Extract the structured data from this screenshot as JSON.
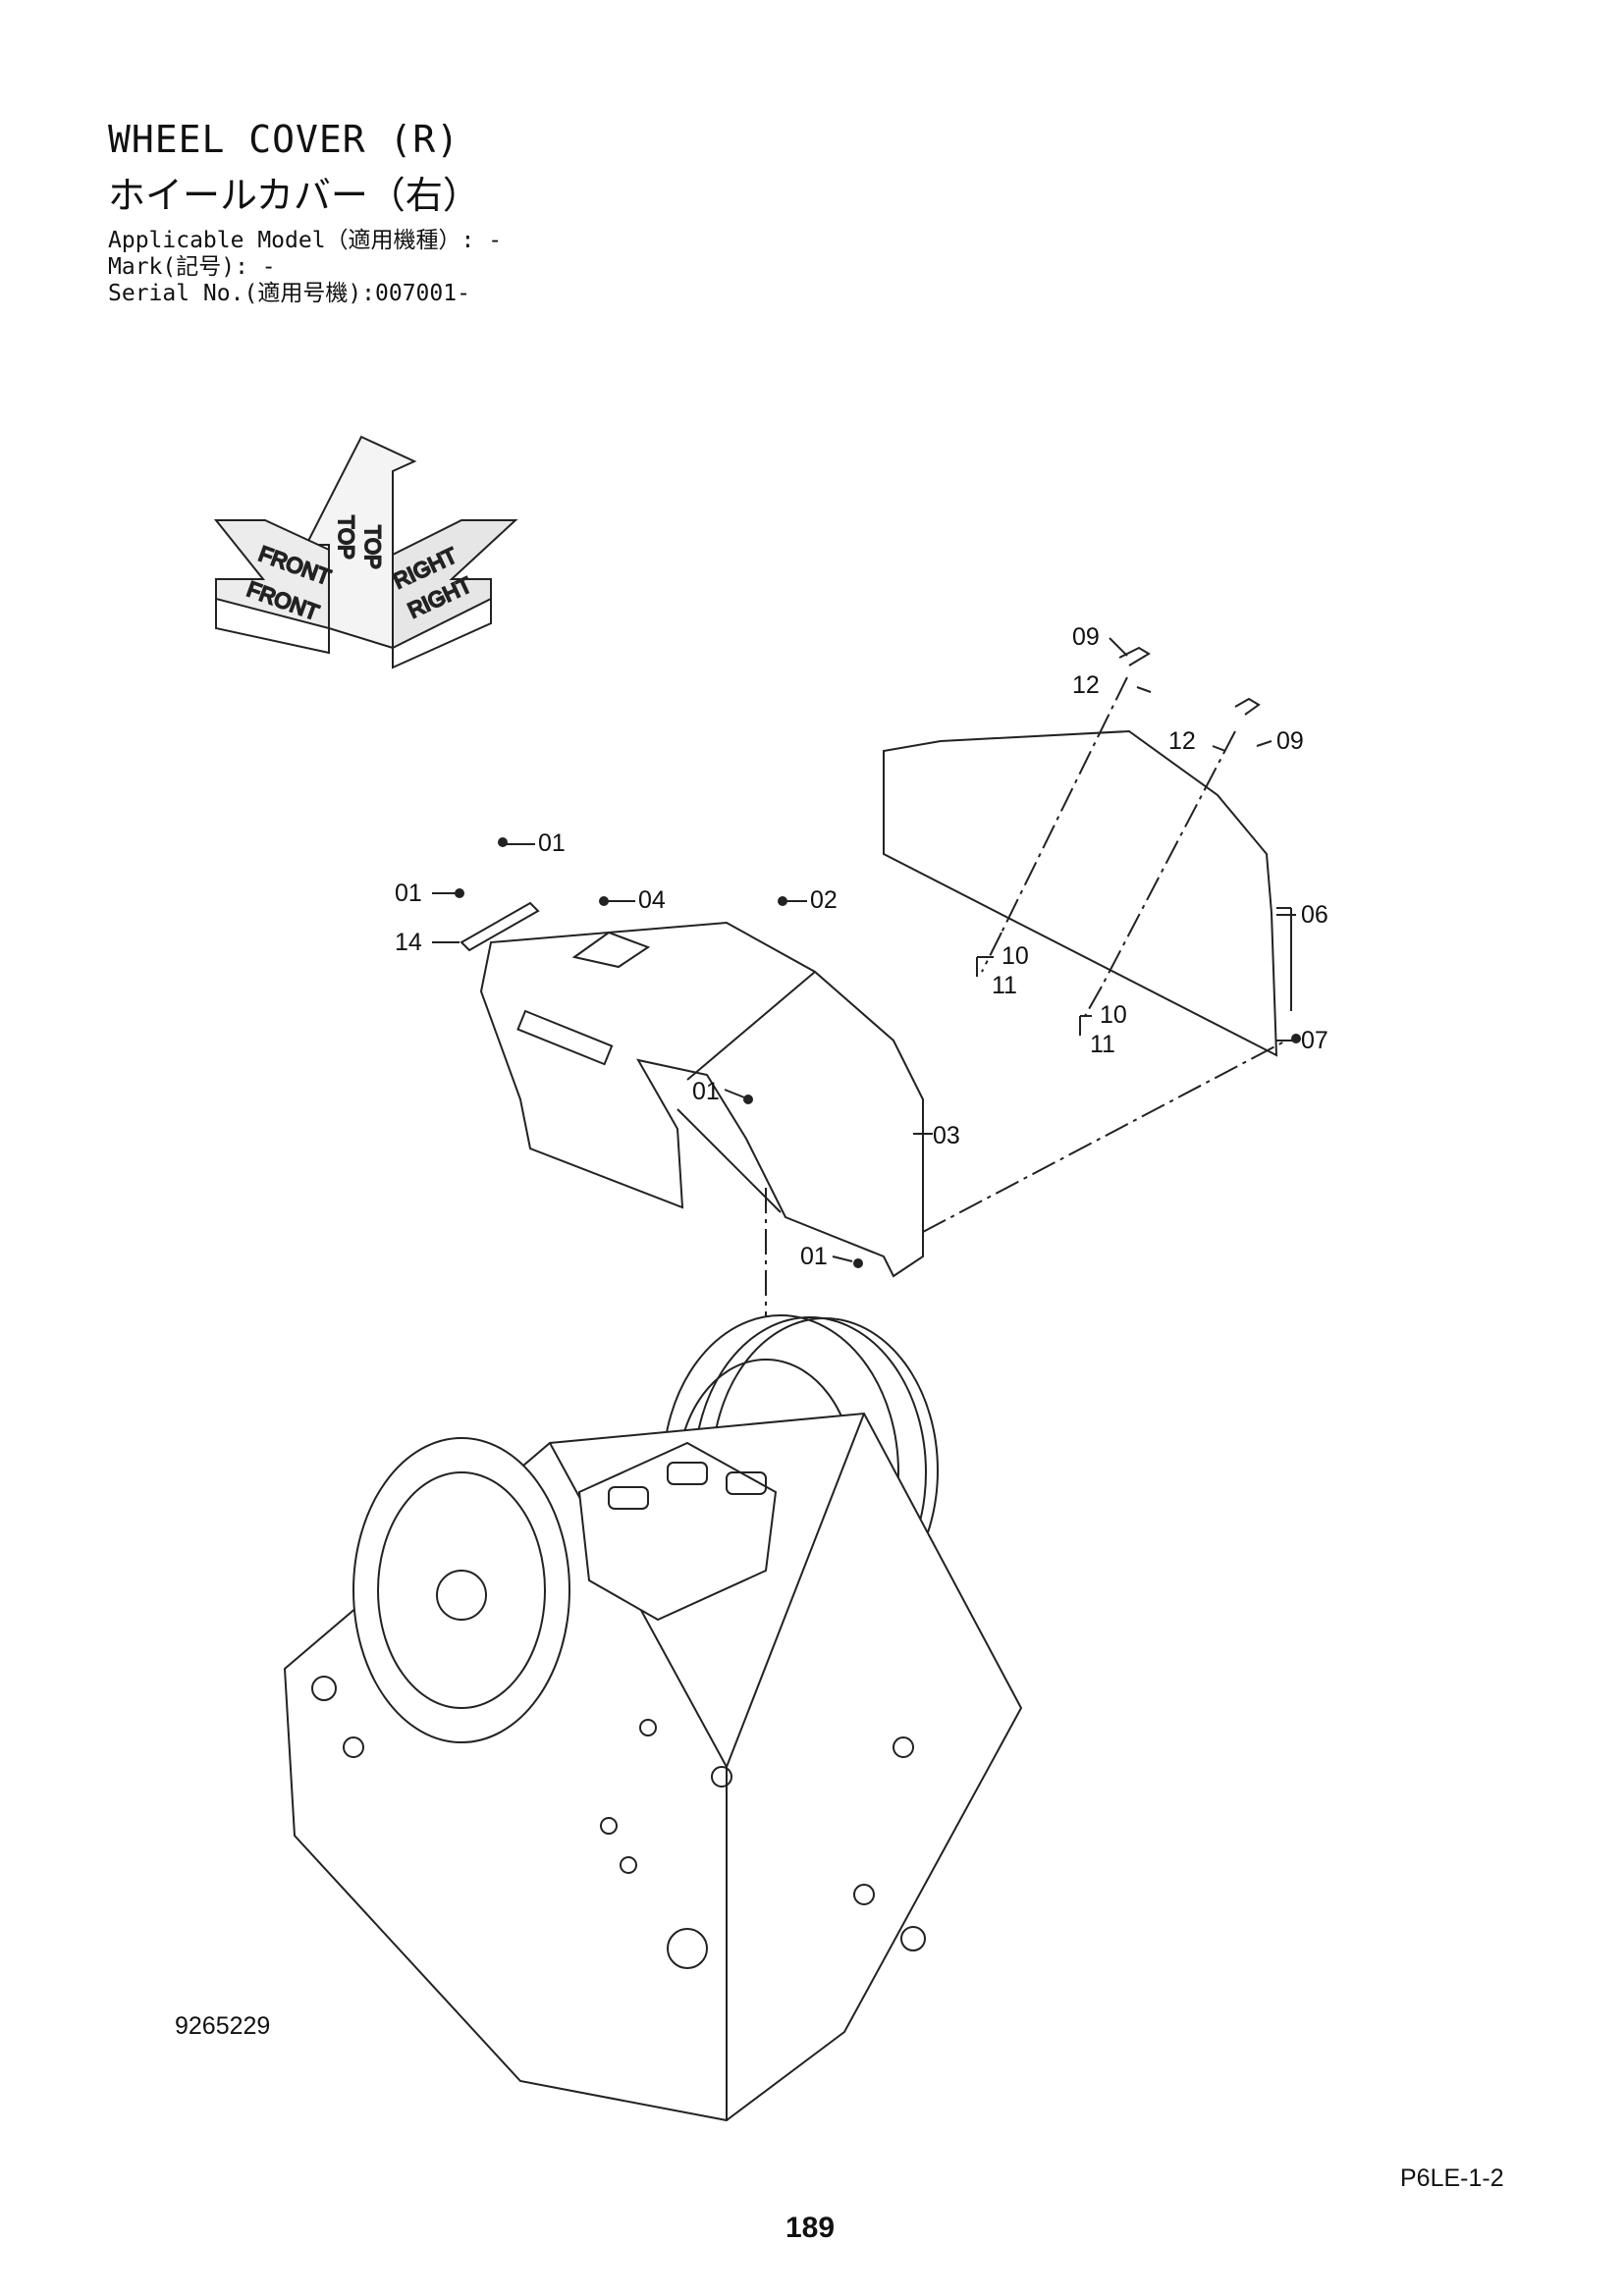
{
  "header": {
    "title_en": "WHEEL COVER (R)",
    "title_jp": "ホイールカバー（右）",
    "applicable_model": "Applicable Model（適用機種）: -",
    "mark": "Mark(記号): -",
    "serial_no": "Serial No.(適用号機):007001-"
  },
  "orientation": {
    "top": "TOP",
    "front": "FRONT",
    "right": "RIGHT"
  },
  "callouts": {
    "c01a": "01",
    "c01b": "01",
    "c01c": "01",
    "c01d": "01",
    "c02": "02",
    "c03": "03",
    "c04": "04",
    "c06": "06",
    "c07": "07",
    "c09a": "09",
    "c09b": "09",
    "c10a": "10",
    "c10b": "10",
    "c11a": "11",
    "c11b": "11",
    "c12a": "12",
    "c12b": "12",
    "c14": "14"
  },
  "footer": {
    "doc_number": "9265229",
    "page_code": "P6LE-1-2",
    "page_number": "189"
  }
}
